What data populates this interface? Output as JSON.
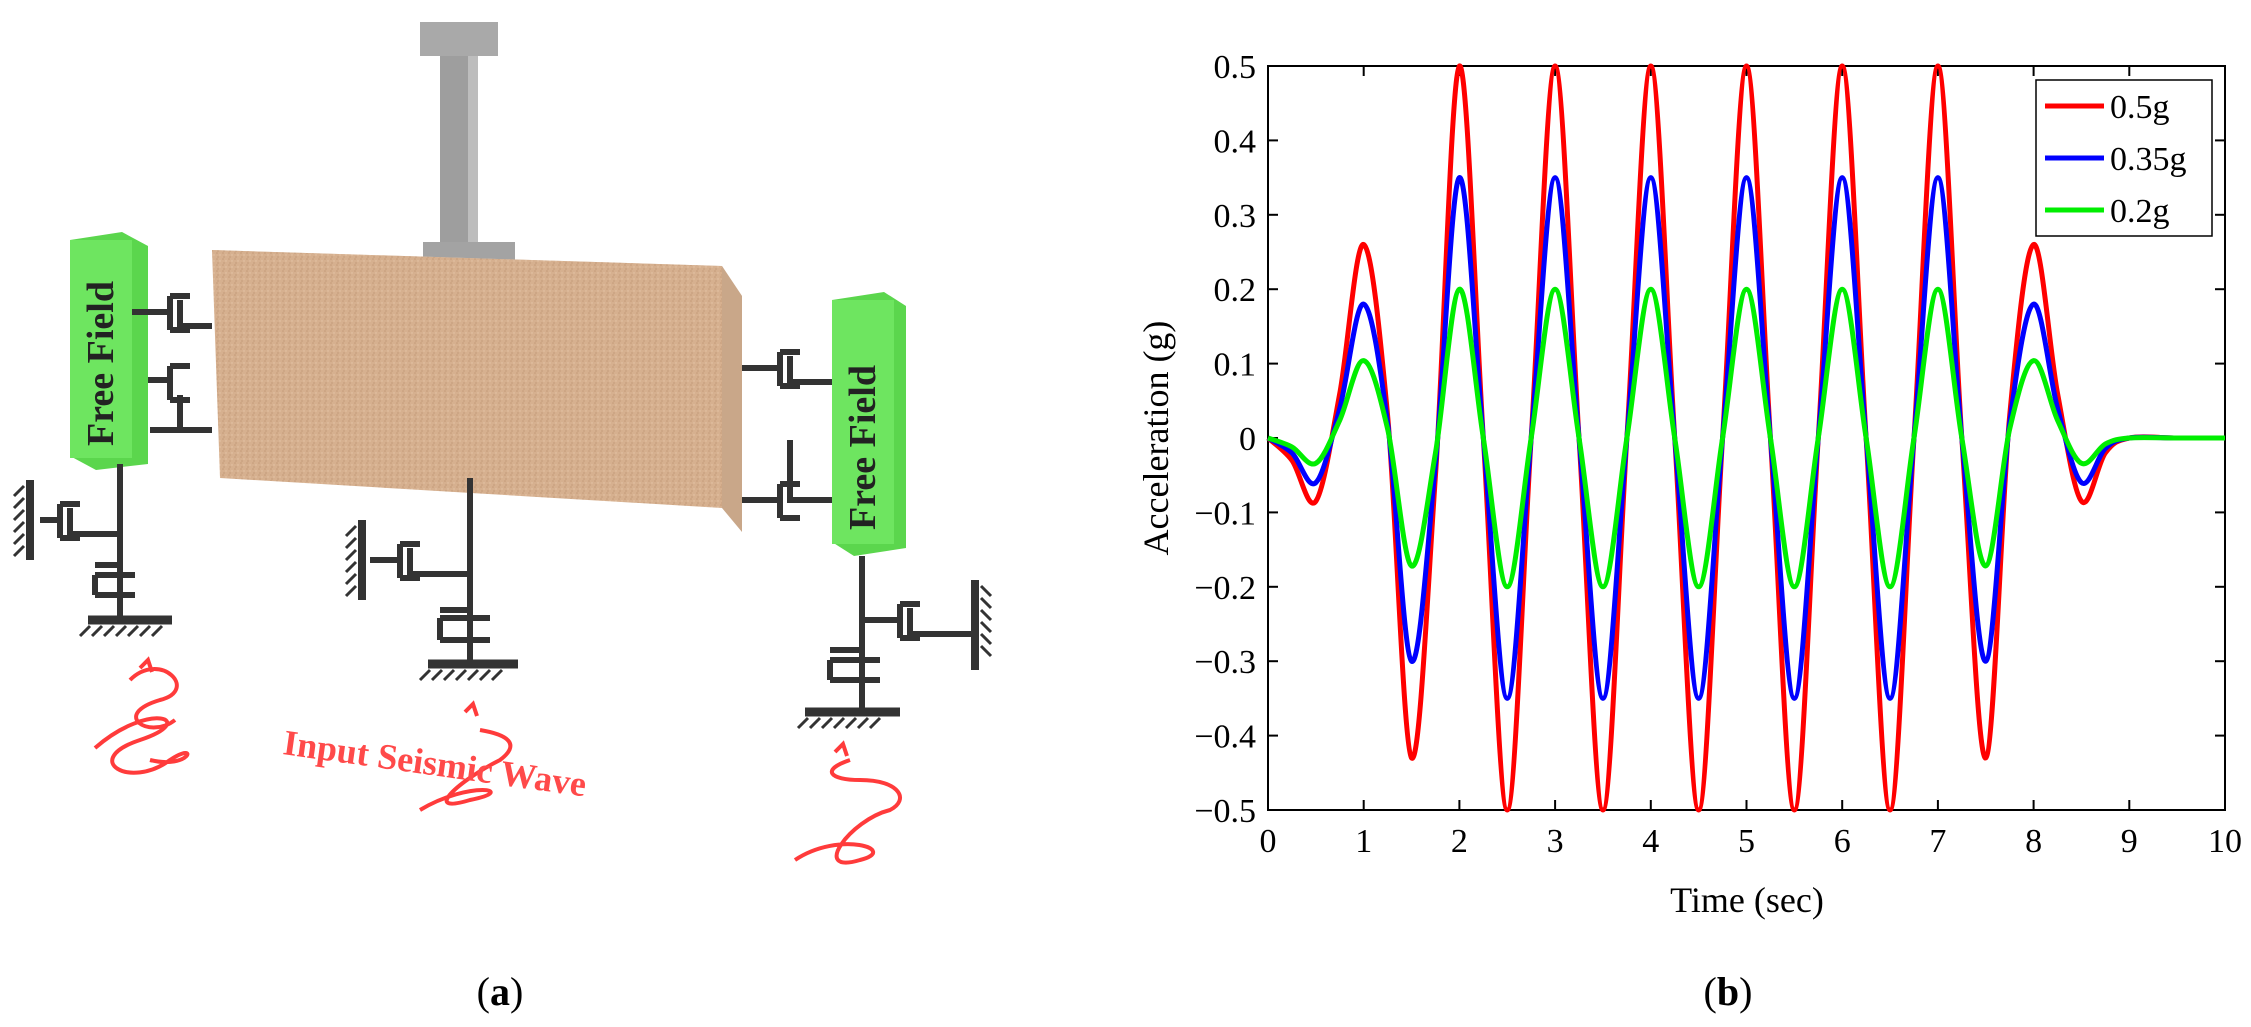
{
  "panel_a": {
    "caption_left": "(",
    "caption_letter": "a",
    "caption_right": ")",
    "free_field_left": "Free Field",
    "free_field_right": "Free Field",
    "input_wave_label": "Input Seismic Wave",
    "colors": {
      "soil": "#d4ae8e",
      "free_field": "#66e05a",
      "column": "#a8a8a8",
      "spring": "#333333",
      "wave": "#ff3b3b"
    }
  },
  "panel_b": {
    "caption_left": "(",
    "caption_letter": "b",
    "caption_right": ")"
  },
  "chart_data": {
    "type": "line",
    "title": "",
    "xlabel": "Time (sec)",
    "ylabel": "Acceleration (g)",
    "xlim": [
      0,
      10
    ],
    "ylim": [
      -0.5,
      0.5
    ],
    "xticks": [
      0,
      1,
      2,
      3,
      4,
      5,
      6,
      7,
      8,
      9,
      10
    ],
    "yticks": [
      0.5,
      0.4,
      0.3,
      0.2,
      0.1,
      0,
      -0.1,
      -0.2,
      -0.3,
      -0.4,
      -0.5
    ],
    "ytick_labels": [
      "0.5",
      "0.4",
      "0.3",
      "0.2",
      "0.1",
      "0",
      "−0.1",
      "−0.2",
      "−0.3",
      "−0.4",
      "−0.5"
    ],
    "grid": false,
    "legend_position": "top-right",
    "x": [
      0,
      0.25,
      0.5,
      0.75,
      1,
      1.25,
      1.5,
      1.75,
      2,
      2.25,
      2.5,
      2.75,
      3,
      3.25,
      3.5,
      3.75,
      4,
      4.25,
      4.5,
      4.75,
      5,
      5.25,
      5.5,
      5.75,
      6,
      6.25,
      6.5,
      6.75,
      7,
      7.25,
      7.5,
      7.75,
      8,
      8.25,
      8.5,
      8.75,
      9,
      9.5,
      10
    ],
    "series": [
      {
        "name": "0.5g",
        "color": "#ff0000",
        "values": [
          0,
          -0.03,
          -0.085,
          0.06,
          0.26,
          0.03,
          -0.43,
          -0.05,
          0.5,
          0,
          -0.5,
          0,
          0.5,
          0,
          -0.5,
          0,
          0.5,
          0,
          -0.5,
          0,
          0.5,
          0,
          -0.5,
          0,
          0.5,
          0,
          -0.5,
          0,
          0.5,
          0,
          -0.43,
          0.03,
          0.26,
          0.06,
          -0.085,
          -0.02,
          0,
          0,
          0
        ]
      },
      {
        "name": "0.35g",
        "color": "#0000ff",
        "values": [
          0,
          -0.02,
          -0.06,
          0.04,
          0.18,
          0.02,
          -0.3,
          -0.035,
          0.35,
          0,
          -0.35,
          0,
          0.35,
          0,
          -0.35,
          0,
          0.35,
          0,
          -0.35,
          0,
          0.35,
          0,
          -0.35,
          0,
          0.35,
          0,
          -0.35,
          0,
          0.35,
          0,
          -0.3,
          0.02,
          0.18,
          0.04,
          -0.06,
          -0.014,
          0,
          0,
          0
        ]
      },
      {
        "name": "0.2g",
        "color": "#00ee00",
        "values": [
          0,
          -0.012,
          -0.034,
          0.024,
          0.104,
          0.012,
          -0.172,
          -0.02,
          0.2,
          0,
          -0.2,
          0,
          0.2,
          0,
          -0.2,
          0,
          0.2,
          0,
          -0.2,
          0,
          0.2,
          0,
          -0.2,
          0,
          0.2,
          0,
          -0.2,
          0,
          0.2,
          0,
          -0.172,
          0.012,
          0.104,
          0.024,
          -0.034,
          -0.008,
          0,
          0,
          0
        ]
      }
    ]
  }
}
